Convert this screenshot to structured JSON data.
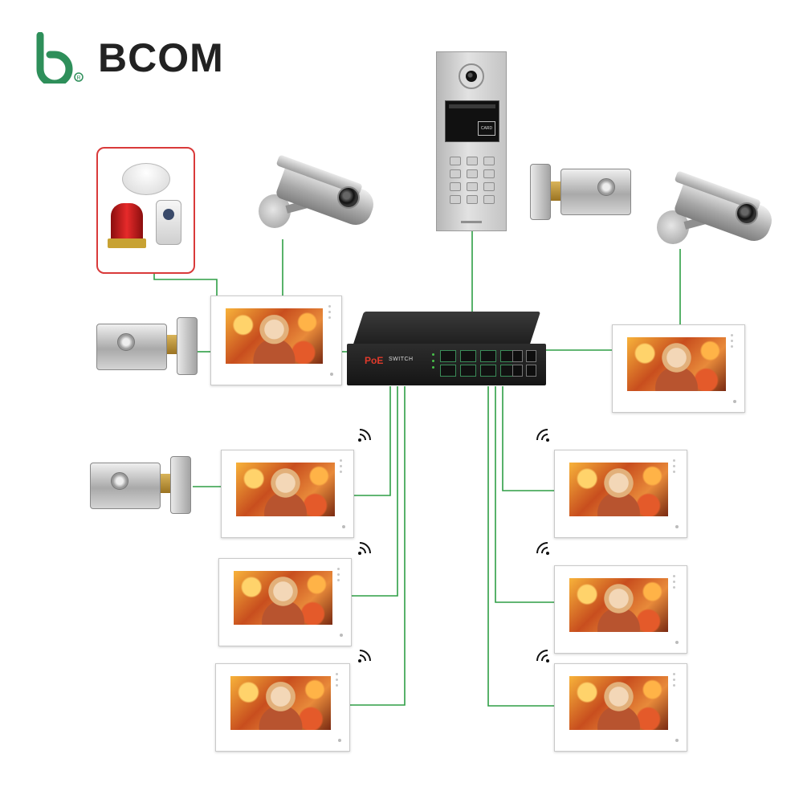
{
  "brand": {
    "name": "BCOM",
    "logo_color": "#2e8f5a"
  },
  "poe_switch": {
    "logo": "PoE",
    "label": "SWITCH",
    "poe_ports": 8,
    "uplink_ports": 2
  },
  "door_station": {
    "card_label": "CARD",
    "keys": 12
  },
  "devices": {
    "indoor_monitors": 8,
    "ip_cameras": 2,
    "electric_locks": 3,
    "alarm_sensors": [
      "smoke-detector",
      "siren-strobe",
      "pir-sensor"
    ]
  },
  "colors": {
    "wire": "#2e9e45",
    "alarm_frame": "#d93a3a",
    "switch_body": "#1d1d1d",
    "port_led": "#48c04a"
  },
  "icons": {
    "wireless": "wifi-icon"
  }
}
